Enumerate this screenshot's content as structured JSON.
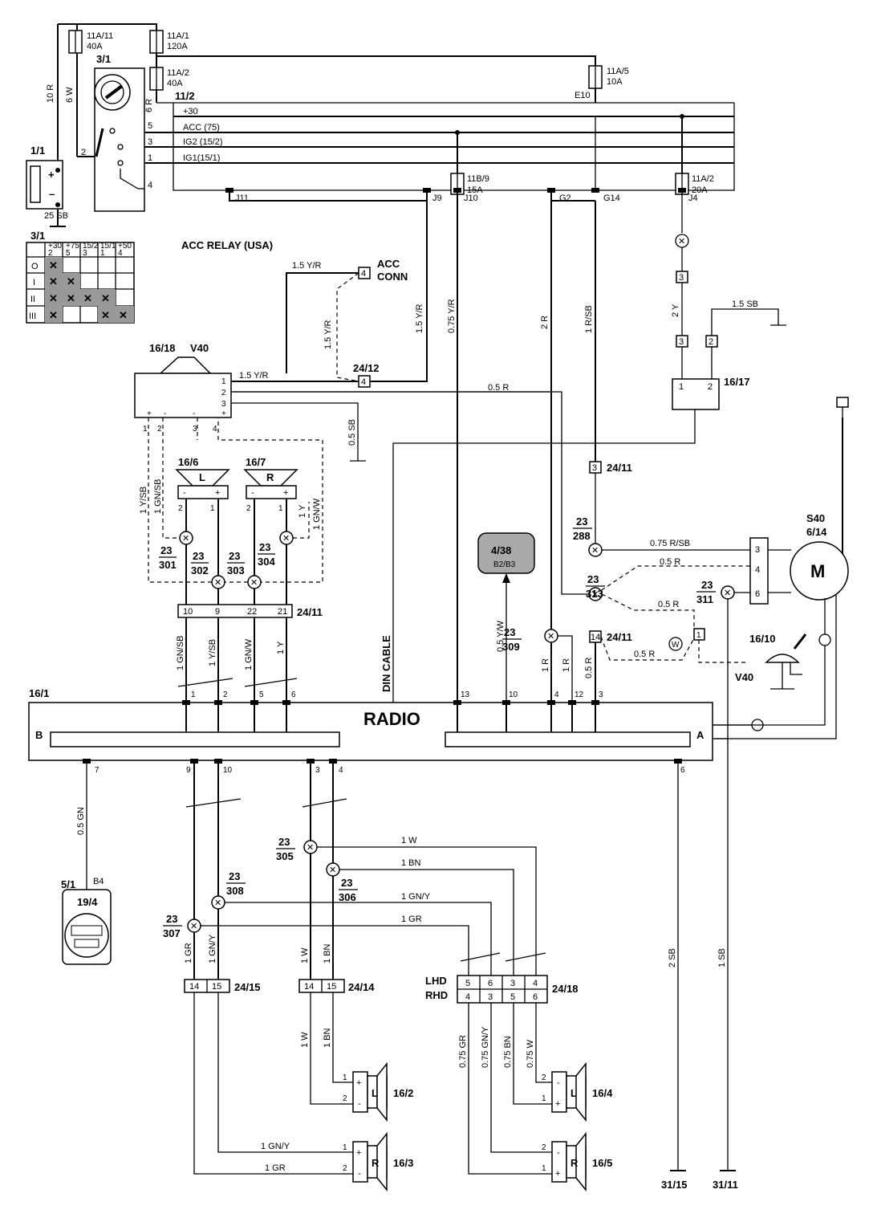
{
  "fuses": [
    {
      "id": "11A/11",
      "rating": "40A"
    },
    {
      "id": "11A/1",
      "rating": "120A"
    },
    {
      "id": "11A/2",
      "rating": "40A"
    },
    {
      "id": "11A/5",
      "rating": "10A"
    },
    {
      "id": "11B/9",
      "rating": "15A"
    },
    {
      "id": "11A/2",
      "rating": "20A"
    }
  ],
  "bus": {
    "id": "11/2",
    "lines": [
      "+30",
      "ACC (75)",
      "IG2 (15/2)",
      "IG1(15/1)"
    ],
    "pins": [
      "5",
      "3",
      "1",
      "4",
      "2"
    ],
    "splices": [
      "J11",
      "J9",
      "J10",
      "G2",
      "G14",
      "J4",
      "E10"
    ]
  },
  "battery": {
    "id": "1/1",
    "ground": "25 SB"
  },
  "ignition": {
    "id": "3/1"
  },
  "ignition_table": {
    "id": "3/1",
    "headers": [
      "+30\n2",
      "+75\n5",
      "15/2\n3",
      "15/1\n1",
      "+50\n4"
    ],
    "rows": [
      "O",
      "I",
      "II",
      "III"
    ]
  },
  "acc_relay": "ACC RELAY (USA)",
  "acc_conn": {
    "label1": "ACC",
    "label2": "CONN",
    "pin": "4"
  },
  "components": {
    "c1618": "16/18",
    "v40": "V40",
    "c2412": "24/12",
    "c1617": "16/17",
    "c166": "16/6",
    "c167": "16/7",
    "cL": "L",
    "cR": "R",
    "c2411a": "24/11",
    "c2411b": "24/11",
    "c2411c": "24/11",
    "c438": "4/38",
    "c438sub": "B2/B3",
    "s40": "S40",
    "c614": "6/14",
    "motor": "M",
    "c1610": "16/10",
    "v40b": "V40",
    "radio_id": "16/1",
    "radio": "RADIO",
    "radioB": "B",
    "radioA": "A",
    "din": "DIN CABLE",
    "c51": "5/1",
    "c194": "19/4",
    "b4": "B4",
    "c2415": "24/15",
    "c2414": "24/14",
    "c2418": "24/18",
    "lhd": "LHD",
    "rhd": "RHD",
    "c162": "16/2",
    "c163": "16/3",
    "c164": "16/4",
    "c165": "16/5",
    "g3115": "31/15",
    "g3111": "31/11"
  },
  "splices23": [
    {
      "top": "23",
      "bot": "301"
    },
    {
      "top": "23",
      "bot": "302"
    },
    {
      "top": "23",
      "bot": "303"
    },
    {
      "top": "23",
      "bot": "304"
    },
    {
      "top": "23",
      "bot": "288"
    },
    {
      "top": "23",
      "bot": "313"
    },
    {
      "top": "23",
      "bot": "311"
    },
    {
      "top": "23",
      "bot": "309"
    },
    {
      "top": "23",
      "bot": "305"
    },
    {
      "top": "23",
      "bot": "306"
    },
    {
      "top": "23",
      "bot": "308"
    },
    {
      "top": "23",
      "bot": "307"
    }
  ],
  "wires": {
    "w1": "10 R",
    "w2": "6 W",
    "w3": "6 R",
    "w4": "1.5 Y/R",
    "w5": "1.5 Y/R",
    "w6": "1.5 Y/R",
    "w7": "1.5 Y/R",
    "w8": "0.75 Y/R",
    "w9": "2 R",
    "w10": "1 R/SB",
    "w11": "2 Y",
    "w12": "1.5 SB",
    "w13": "0.5 R",
    "w14": "0.5 SB",
    "w15": "1 Y/SB",
    "w16": "1 GN/SB",
    "w17": "1 Y",
    "w18": "1 GN/W",
    "w19": "0.75 R/SB",
    "w20": "0.5 R",
    "w21": "0.5 R",
    "w22": "0.5 R",
    "w23": "0.5 Y/W",
    "w24": "1 R",
    "w25": "1 R",
    "w26": "0.5 R",
    "w27": "1 GN/SB",
    "w28": "1 Y/SB",
    "w29": "1 GN/W",
    "w30": "1 Y",
    "w31": "0.5 GN",
    "w32": "1 W",
    "w33": "1 BN",
    "w34": "1 GN/Y",
    "w35": "1 GR",
    "w36": "1 GR",
    "w37": "1 GN/Y",
    "w38": "1 W",
    "w39": "1 BN",
    "w40": "2 SB",
    "w41": "1 SB",
    "w42": "1 W",
    "w43": "1 BN",
    "w44": "0.75 GR",
    "w45": "0.75 GN/Y",
    "w46": "0.75 BN",
    "w47": "0.75 W",
    "w48": "1 GN/Y",
    "w49": "1 GR"
  }
}
